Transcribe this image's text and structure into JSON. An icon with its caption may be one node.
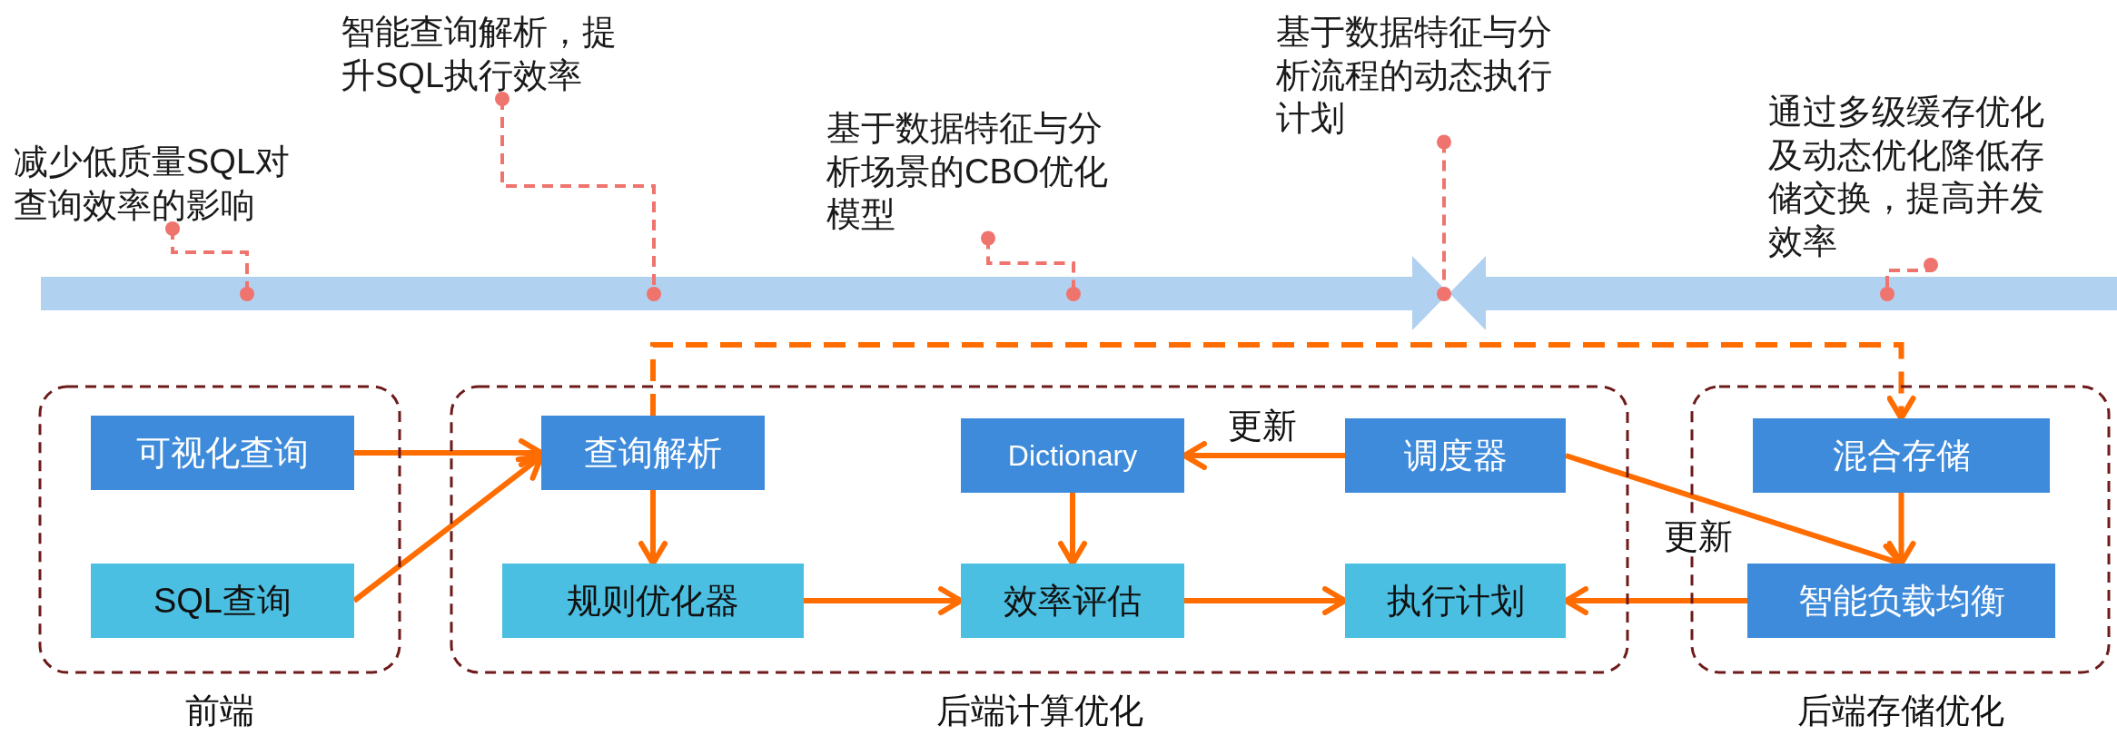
{
  "diagram": {
    "nodes": [
      {
        "text": [
          "减少低质量SQL对查询效率的影响"
        ]
      },
      {
        "text": [
          "智能查询解析，提升SQL执行效率"
        ]
      },
      {
        "text": [
          "基于数据特征与分析场景的CBO优化模型"
        ]
      },
      {
        "text": [
          "基于数据特征与分析流程的动态执行计划"
        ]
      },
      {
        "text": [
          "通过多级缓存优化及动态优化降低存储交换，提高并发效率"
        ]
      },
      {
        "text": [
          "前端"
        ]
      },
      {
        "text": [
          "可视化查询"
        ],
        "in": 5
      },
      {
        "text": [
          "SQL查询"
        ],
        "in": 5
      },
      {
        "text": [
          "后端计算优化"
        ]
      },
      {
        "text": [
          "查询解析"
        ],
        "in": 8
      },
      {
        "text": [
          "Dictionary"
        ],
        "in": 8
      },
      {
        "text": [
          "调度器"
        ],
        "in": 8
      },
      {
        "text": [
          "规则优化器"
        ],
        "in": 8
      },
      {
        "text": [
          "效率评估"
        ],
        "in": 8
      },
      {
        "text": [
          "执行计划"
        ],
        "in": 8
      },
      {
        "text": [
          "后端存储优化"
        ]
      },
      {
        "text": [
          "混合存储"
        ],
        "in": 15
      },
      {
        "text": [
          "智能负载均衡"
        ],
        "in": 15
      }
    ],
    "edges": [
      {
        "from": 0,
        "to": null,
        "arrow": "other",
        "style": "dashed",
        "color": "#f0746e"
      },
      {
        "from": 1,
        "to": null,
        "arrow": "other",
        "style": "dashed",
        "color": "#f0746e"
      },
      {
        "from": 2,
        "to": null,
        "arrow": "other",
        "style": "dashed",
        "color": "#f0746e"
      },
      {
        "from": 3,
        "to": null,
        "arrow": "other",
        "style": "dashed",
        "color": "#f0746e"
      },
      {
        "from": 4,
        "to": null,
        "arrow": "other",
        "style": "dashed",
        "color": "#f0746e"
      },
      {
        "from": 6,
        "to": 9,
        "arrow": "to"
      },
      {
        "from": 7,
        "to": 9,
        "arrow": "to"
      },
      {
        "from": 9,
        "to": 12,
        "arrow": "to"
      },
      {
        "from": 12,
        "to": 13,
        "arrow": "to"
      },
      {
        "from": 10,
        "to": 13,
        "arrow": "to"
      },
      {
        "from": 13,
        "to": 14,
        "arrow": "to"
      },
      {
        "from": 11,
        "to": 10,
        "arrow": "to",
        "label": "更新"
      },
      {
        "from": 11,
        "to": 17,
        "arrow": "to"
      },
      {
        "from": 16,
        "to": 17,
        "arrow": "to"
      },
      {
        "from": 17,
        "to": 14,
        "arrow": "to",
        "label": "更新"
      },
      {
        "from": 9,
        "to": 16,
        "arrow": "to",
        "style": "dashed"
      }
    ]
  }
}
